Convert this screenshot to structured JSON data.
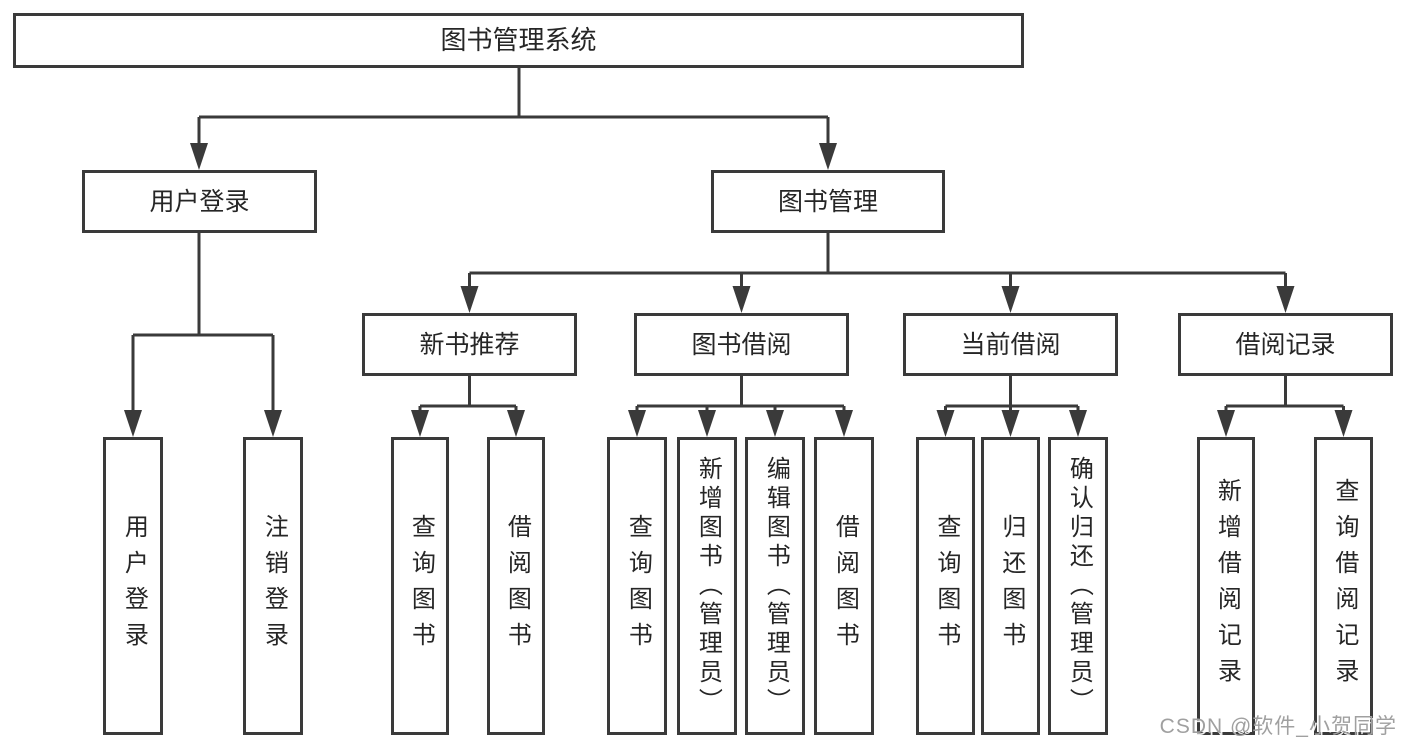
{
  "tree": {
    "label": "图书管理系统",
    "children": [
      {
        "label": "用户登录",
        "children": [
          {
            "label": "用户登录"
          },
          {
            "label": "注销登录"
          }
        ]
      },
      {
        "label": "图书管理",
        "children": [
          {
            "label": "新书推荐",
            "children": [
              {
                "label": "查询图书"
              },
              {
                "label": "借阅图书"
              }
            ]
          },
          {
            "label": "图书借阅",
            "children": [
              {
                "label": "查询图书"
              },
              {
                "label": "新增图书（管理员）"
              },
              {
                "label": "编辑图书（管理员）"
              },
              {
                "label": "借阅图书"
              }
            ]
          },
          {
            "label": "当前借阅",
            "children": [
              {
                "label": "查询图书"
              },
              {
                "label": "归还图书"
              },
              {
                "label": "确认归还（管理员）"
              }
            ]
          },
          {
            "label": "借阅记录",
            "children": [
              {
                "label": "新增借阅记录"
              },
              {
                "label": "查询借阅记录"
              }
            ]
          }
        ]
      }
    ]
  },
  "colors": {
    "line": "#3a3a3a",
    "text": "#262626",
    "watermark": "#a0a0a0",
    "background": "#ffffff"
  },
  "watermark": "CSDN @软件_小贺同学"
}
